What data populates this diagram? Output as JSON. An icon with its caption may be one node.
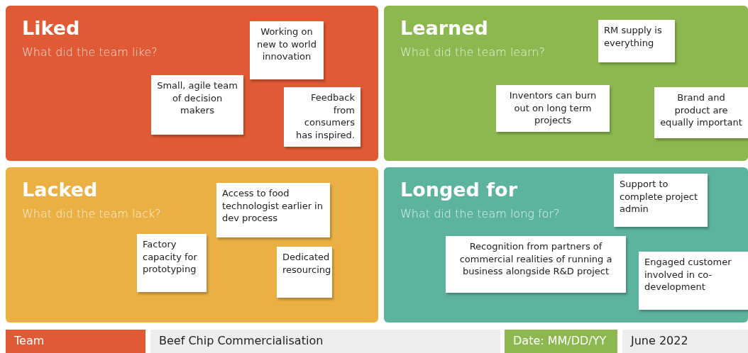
{
  "diagram": {
    "nodes": [
      {
        "text": [
          "Liked",
          "What did the team like?"
        ]
      },
      {
        "text": [
          "Working on new to world innovation"
        ],
        "in": 0
      },
      {
        "text": [
          "Small, agile team of decision makers"
        ],
        "in": 0
      },
      {
        "text": [
          "Feedback from consumers has inspired."
        ],
        "in": 0
      },
      {
        "text": [
          "Learned",
          "What did the team learn?"
        ]
      },
      {
        "text": [
          "RM supply is everything"
        ],
        "in": 4
      },
      {
        "text": [
          "Inventors can burn out on long term projects"
        ],
        "in": 4
      },
      {
        "text": [
          "Brand and product are equally important"
        ],
        "in": 4
      },
      {
        "text": [
          "Lacked",
          "What did the team lack?"
        ]
      },
      {
        "text": [
          "Access to food technologist earlier in dev process"
        ],
        "in": 8
      },
      {
        "text": [
          "Factory capacity for prototyping"
        ],
        "in": 8
      },
      {
        "text": [
          "Dedicated resourcing"
        ],
        "in": 8
      },
      {
        "text": [
          "Longed for",
          "What did the team long for?"
        ]
      },
      {
        "text": [
          "Support to complete project admin"
        ],
        "in": 12
      },
      {
        "text": [
          "Recognition from partners of commercial realities of running a business alongside R&D project"
        ],
        "in": 12
      },
      {
        "text": [
          "Engaged customer involved in co-development"
        ],
        "in": 12
      },
      {
        "text": [
          "Team"
        ]
      },
      {
        "text": [
          "Beef Chip Commercialisation"
        ]
      },
      {
        "text": [
          "Date: MM/DD/YY"
        ]
      },
      {
        "text": [
          "June 2022"
        ]
      }
    ],
    "edges": []
  }
}
